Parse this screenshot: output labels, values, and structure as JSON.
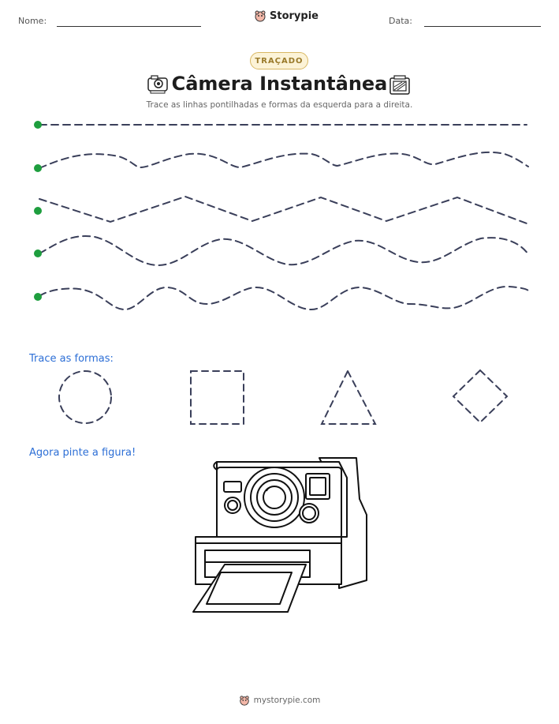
{
  "header": {
    "name_label": "Nome:",
    "date_label": "Data:",
    "brand": "Storypie"
  },
  "badge": "TRAÇADO",
  "title": "Câmera Instantânea",
  "subtitle": "Trace as linhas pontilhadas e formas da esquerda para a direita.",
  "trace_lines": [
    {
      "kind": "straight"
    },
    {
      "kind": "gentle-wave"
    },
    {
      "kind": "zigzag"
    },
    {
      "kind": "wave"
    },
    {
      "kind": "tight-wave"
    }
  ],
  "shapes_section": {
    "label": "Trace as formas:",
    "shapes": [
      "circle",
      "square",
      "triangle",
      "diamond"
    ]
  },
  "coloring_section": {
    "label": "Agora pinte a figura!"
  },
  "footer": {
    "site": "mystorypie.com"
  },
  "colors": {
    "dash": "#3a3f5a",
    "start_dot": "#1e9e3e",
    "section_label": "#2d6fd6",
    "badge_border": "#d9b864"
  }
}
